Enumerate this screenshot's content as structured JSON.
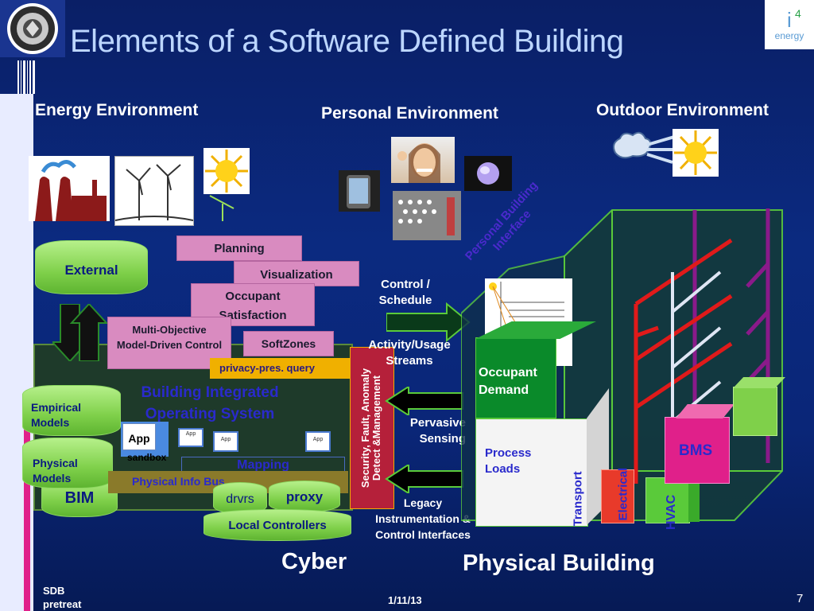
{
  "slide": {
    "title": "Elements of a Software Defined Building",
    "logo_text": "energy",
    "logo_mark": "i4",
    "footer_left": [
      "SDB",
      "pretreat"
    ],
    "footer_date": "1/11/13",
    "footer_page": "7"
  },
  "headers": {
    "energy_env": "Energy Environment",
    "personal_env": "Personal Environment",
    "outdoor_env": "Outdoor Environment"
  },
  "left": {
    "external": "External",
    "planning": "Planning",
    "visualization": "Visualization",
    "occupant_satisfaction": "Occupant Satisfaction",
    "multi_objective": "Multi-Objective Model-Driven Control",
    "softzones": "SoftZones",
    "privacy_query": "privacy-pres. query",
    "bios": "Building Integrated Operating System",
    "empirical_models": "Empirical Models",
    "physical_models": "Physical Models",
    "bim": "BIM",
    "app_main": "App",
    "app_small": "App",
    "sandbox": "sandbox",
    "mapping": "Mapping",
    "physical_info_bus": "Physical Info Bus",
    "drvrs": "drvrs",
    "proxy": "proxy",
    "local_controllers": "Local Controllers",
    "cyber": "Cyber"
  },
  "middle": {
    "control_schedule": "Control / Schedule",
    "activity_usage": "Activity/Usage Streams",
    "pervasive_sensing": "Pervasive Sensing",
    "legacy": "Legacy Instrumentation & Control Interfaces",
    "security_bar_line1": "Security, Fault, Anomaly",
    "security_bar_line2": "Detect &Management",
    "personal_interface": "Personal Building Interface"
  },
  "right": {
    "occupant_demand": "Occupant Demand",
    "process_loads": "Process Loads",
    "transport": "Transport",
    "electrical": "Electrical",
    "hvac": "HVAC",
    "bms": "BMS",
    "physical_building": "Physical Building"
  },
  "colors": {
    "background": "#0a1f66",
    "title": "#bcd6ff",
    "pink_box": "#d98bc0",
    "green_box": "#7fd04a",
    "security_bar": "#b5203a",
    "privacy_bar": "#f0b000",
    "magenta_box": "#e0208a",
    "red_pipes": "#e01a1a",
    "purple_pipes": "#8a1a8a"
  }
}
